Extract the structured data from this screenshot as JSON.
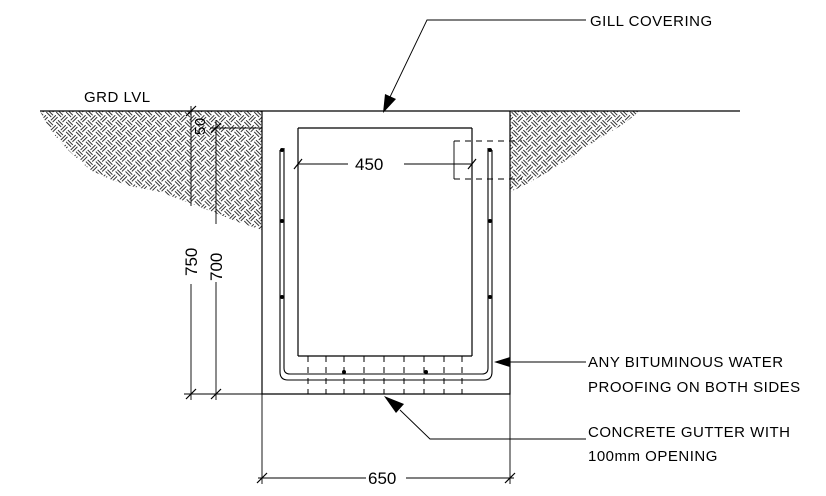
{
  "labels": {
    "ground_level": "GRD LVL",
    "gill_covering": "GILL COVERING",
    "waterproofing_line1": "ANY BITUMINOUS WATER",
    "waterproofing_line2": "PROOFING ON BOTH SIDES",
    "gutter_line1": "CONCRETE GUTTER WITH",
    "gutter_line2": "100mm OPENING"
  },
  "dimensions": {
    "inner_width": "450",
    "outer_width": "650",
    "outer_depth": "750",
    "inner_depth": "700",
    "cover_thickness": "50"
  },
  "colors": {
    "line": "#000000",
    "background": "#ffffff"
  }
}
